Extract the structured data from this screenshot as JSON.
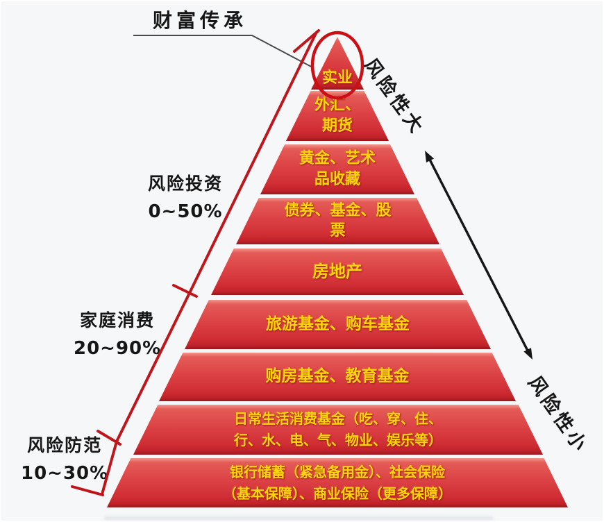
{
  "title": {
    "callout_label": "财富传承"
  },
  "risk_axis": {
    "high_label": "风险性大",
    "low_label": "风险性小"
  },
  "left_axis": {
    "sections": [
      {
        "name": "风险投资",
        "range": "0~50%"
      },
      {
        "name": "家庭消费",
        "range": "20~90%"
      },
      {
        "name": "风险防范",
        "range": "10~30%"
      }
    ]
  },
  "pyramid": {
    "tiers": [
      {
        "label": "实业"
      },
      {
        "label": "外汇、\n期货"
      },
      {
        "label": "黄金、艺术\n品收藏"
      },
      {
        "label": "债券、基金、股\n票"
      },
      {
        "label": "房地产"
      },
      {
        "label": "旅游基金、购车基金"
      },
      {
        "label": "购房基金、教育基金"
      },
      {
        "label": "日常生活消费基金（吃、穿、住、\n行、水、电、气、物业、娱乐等）"
      },
      {
        "label": "银行储蓄（紧急备用金）、社会保险\n（基本保障）、商业保险（更多保障）"
      }
    ]
  },
  "colors": {
    "tier_red": "#d4343a",
    "tier_red_dark": "#96181d",
    "tier_text_yellow": "#ffd60b",
    "guideline_red": "#bf161c",
    "circle_red": "#cb0f14",
    "arrow_black": "#161616",
    "background": "#f5f7f9"
  }
}
